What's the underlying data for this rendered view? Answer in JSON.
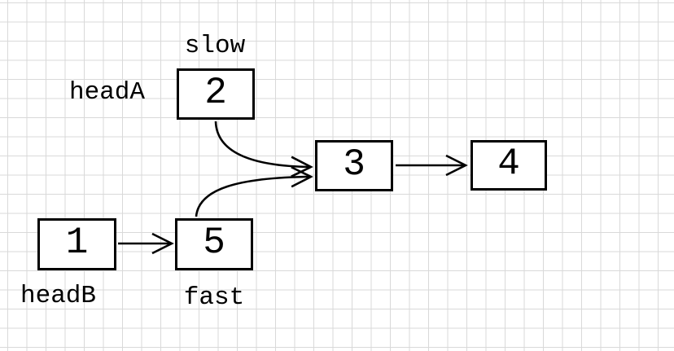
{
  "diagram": {
    "type": "linked-list-intersection",
    "labels": {
      "slow": "slow",
      "headA": "headA",
      "headB": "headB",
      "fast": "fast"
    },
    "nodes": {
      "node1": "1",
      "node2": "2",
      "node3": "3",
      "node4": "4",
      "node5": "5"
    },
    "edges": [
      {
        "from": "2",
        "to": "3",
        "style": "curved"
      },
      {
        "from": "5",
        "to": "3",
        "style": "curved"
      },
      {
        "from": "3",
        "to": "4",
        "style": "straight"
      },
      {
        "from": "1",
        "to": "5",
        "style": "straight"
      }
    ],
    "pointer_positions": {
      "slow_at": "2",
      "fast_at": "5",
      "headA_at": "2",
      "headB_at": "1"
    },
    "colors": {
      "stroke": "#000000",
      "grid": "#d9d9d9",
      "node_fill": "#ffffff",
      "background": "#ffffff"
    }
  }
}
